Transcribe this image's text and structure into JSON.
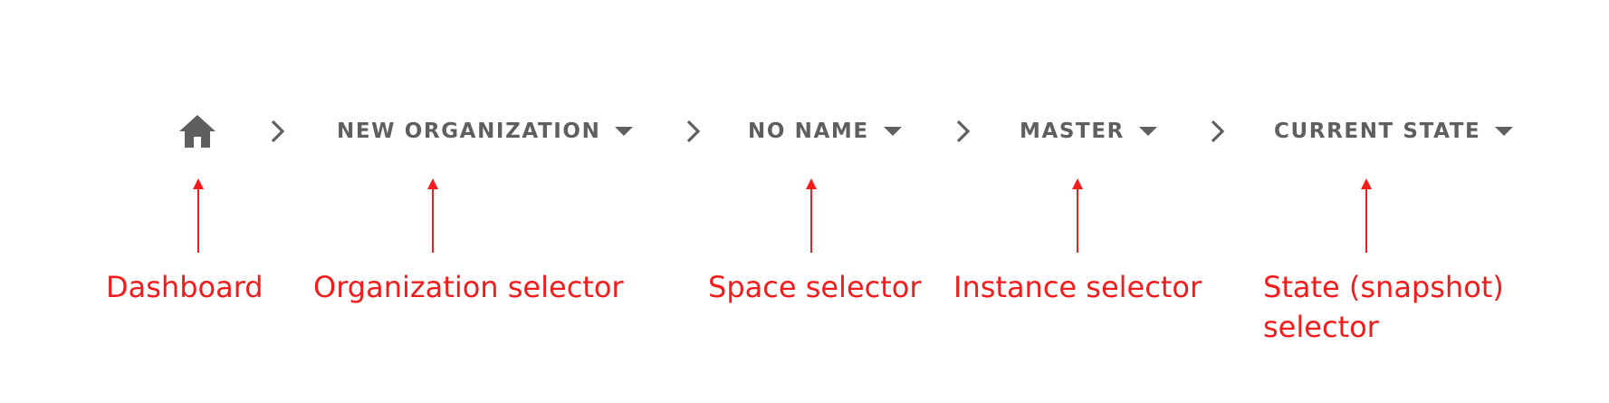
{
  "breadcrumb": {
    "home_icon": "home-icon",
    "separator_icon": "chevron-right-icon",
    "dropdown_icon": "caret-down-icon",
    "organization_label": "NEW ORGANIZATION",
    "space_label": "NO NAME",
    "instance_label": "MASTER",
    "state_label": "CURRENT STATE"
  },
  "annotations": {
    "color": "#f21c1c",
    "dashboard": "Dashboard",
    "organization": "Organization selector",
    "space": "Space selector",
    "instance": "Instance selector",
    "state_line1": "State (snapshot)",
    "state_line2": "selector"
  },
  "colors": {
    "breadcrumb_text": "#5f5f5f",
    "background": "#ffffff"
  }
}
